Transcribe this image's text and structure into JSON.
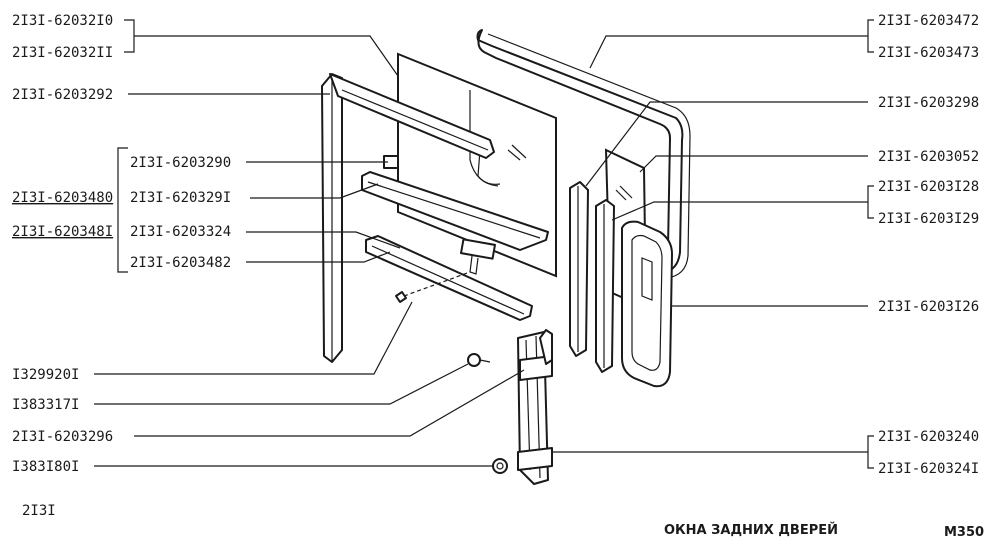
{
  "labels_left": [
    {
      "id": "l1",
      "text": "2I3I-62032I0"
    },
    {
      "id": "l2",
      "text": "2I3I-62032II"
    },
    {
      "id": "l3",
      "text": "2I3I-6203292"
    },
    {
      "id": "l4",
      "text": "2I3I-6203290"
    },
    {
      "id": "l5",
      "text": "2I3I-6203480"
    },
    {
      "id": "l6",
      "text": "2I3I-620329I"
    },
    {
      "id": "l7",
      "text": "2I3I-620348I"
    },
    {
      "id": "l8",
      "text": "2I3I-6203324"
    },
    {
      "id": "l9",
      "text": "2I3I-6203482"
    },
    {
      "id": "l10",
      "text": "I329920I"
    },
    {
      "id": "l11",
      "text": "I383317I"
    },
    {
      "id": "l12",
      "text": "2I3I-6203296"
    },
    {
      "id": "l13",
      "text": "I383I80I"
    }
  ],
  "labels_right": [
    {
      "id": "r1",
      "text": "2I3I-6203472"
    },
    {
      "id": "r2",
      "text": "2I3I-6203473"
    },
    {
      "id": "r3",
      "text": "2I3I-6203298"
    },
    {
      "id": "r4",
      "text": "2I3I-6203052"
    },
    {
      "id": "r5",
      "text": "2I3I-6203I28"
    },
    {
      "id": "r6",
      "text": "2I3I-6203I29"
    },
    {
      "id": "r7",
      "text": "2I3I-6203I26"
    },
    {
      "id": "r8",
      "text": "2I3I-6203240"
    },
    {
      "id": "r9",
      "text": "2I3I-620324I"
    }
  ],
  "footer": {
    "model": "2I3I",
    "title": "ОКНА ЗАДНИХ ДВЕРЕЙ",
    "code": "M350"
  }
}
